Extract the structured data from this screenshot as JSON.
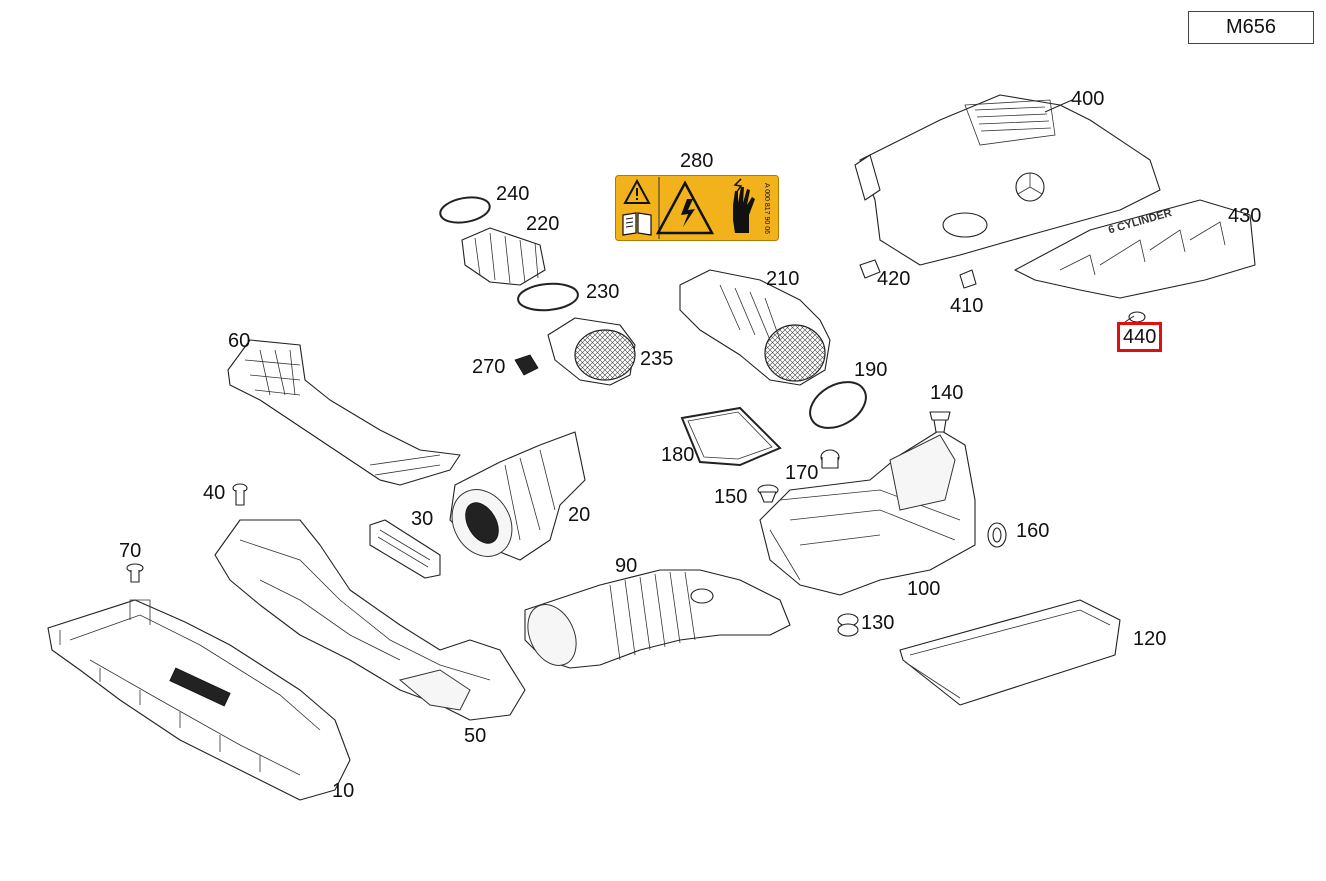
{
  "model": "M656",
  "callouts": {
    "p10": "10",
    "p20": "20",
    "p30": "30",
    "p40": "40",
    "p50": "50",
    "p60": "60",
    "p70": "70",
    "p90": "90",
    "p100": "100",
    "p120": "120",
    "p130": "130",
    "p140": "140",
    "p150": "150",
    "p160": "160",
    "p170": "170",
    "p180": "180",
    "p190": "190",
    "p210": "210",
    "p220": "220",
    "p230": "230",
    "p235": "235",
    "p240": "240",
    "p270": "270",
    "p280": "280",
    "p400": "400",
    "p410": "410",
    "p420": "420",
    "p430": "430",
    "p440": "440"
  },
  "highlighted_part": "440",
  "engine_cover_text": "6 CYLINDER",
  "warning_label_part_number": "A 000 817 90 06",
  "colors": {
    "highlight": "#e01010",
    "warning_label": "#f2b21c",
    "line": "#222222"
  },
  "icons": [
    "warning-triangle-icon",
    "manual-book-icon",
    "electric-shock-icon",
    "hand-hazard-icon",
    "mercedes-star-icon"
  ]
}
